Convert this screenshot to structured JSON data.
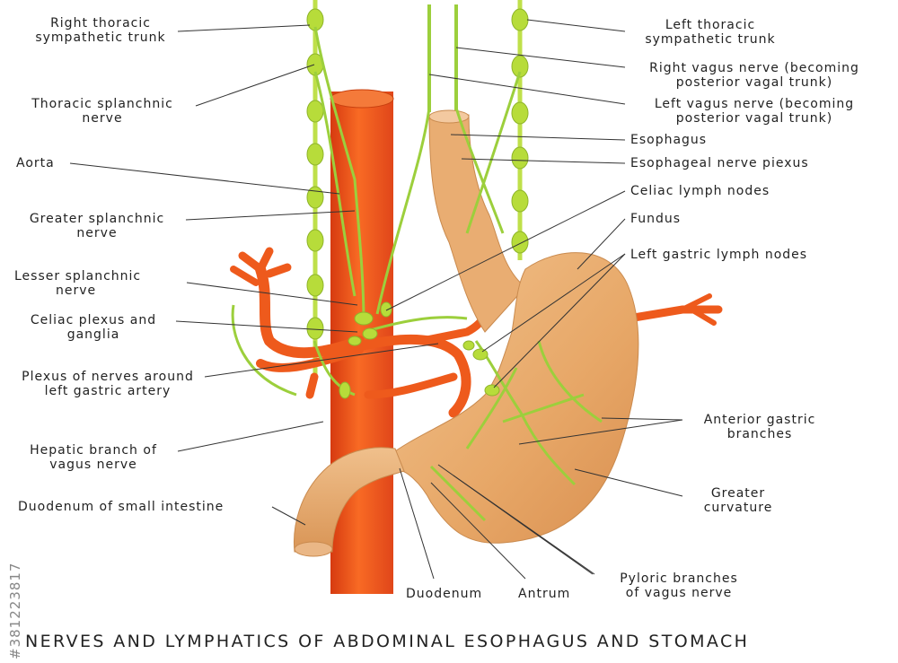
{
  "title": "NERVES AND LYMPHATICS OF ABDOMINAL ESOPHAGUS AND STOMACH",
  "watermark": "#381223817",
  "labels": {
    "right_thoracic": [
      "Right thoracic",
      "sympathetic trunk"
    ],
    "thoracic_splanchnic": [
      "Thoracic splanchnic",
      "nerve"
    ],
    "aorta": [
      "Aorta"
    ],
    "greater_splanchnic": [
      "Greater splanchnic",
      "nerve"
    ],
    "lesser_splanchnic": [
      "Lesser splanchnic",
      "nerve"
    ],
    "celiac_plexus": [
      "Celiac plexus and",
      "ganglia"
    ],
    "plexus_gastric": [
      "Plexus of nerves around",
      "left gastric artery"
    ],
    "hepatic_branch": [
      "Hepatic branch of",
      "vagus nerve"
    ],
    "duodenum_small": [
      "Duodenum of small intestine"
    ],
    "duodenum": [
      "Duodenum"
    ],
    "antrum": [
      "Antrum"
    ],
    "pyloric": [
      "Pyloric branches",
      "of vagus nerve"
    ],
    "left_thoracic": [
      "Left thoracic",
      "sympathetic trunk"
    ],
    "right_vagus": [
      "Right vagus nerve (becoming",
      "posterior vagal trunk)"
    ],
    "left_vagus": [
      "Left vagus nerve (becoming",
      "posterior vagal trunk)"
    ],
    "esophagus": [
      "Esophagus"
    ],
    "esophageal_plexus": [
      "Esophageal nerve piexus"
    ],
    "celiac_lymph": [
      "Celiac lymph nodes"
    ],
    "fundus": [
      "Fundus"
    ],
    "left_gastric_lymph": [
      "Left gastric lymph nodes"
    ],
    "anterior_gastric": [
      "Anterior gastric",
      "branches"
    ],
    "greater_curvature": [
      "Greater",
      "curvature"
    ]
  },
  "colors": {
    "aorta": "#f05a1a",
    "nerve": "#9ccf3c",
    "ganglion": "#b7dc3a",
    "stomach": "#e8a96a",
    "leader_line": "#333333"
  }
}
